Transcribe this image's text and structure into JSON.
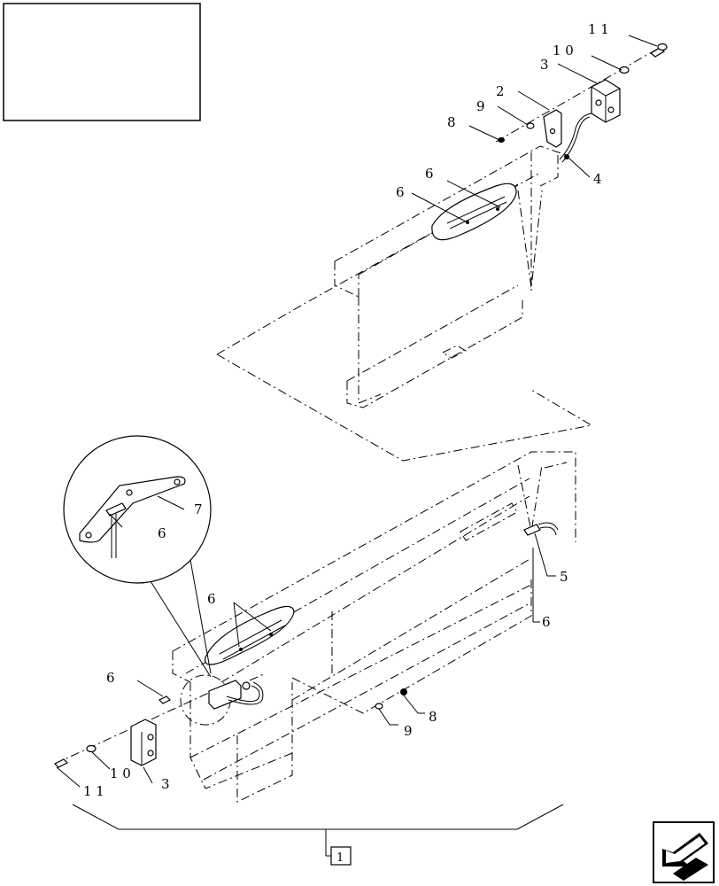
{
  "callouts": {
    "c11_top": "1 1",
    "c10_top": "1 0",
    "c3_top": "3",
    "c2_top": "2",
    "c9_top": "9",
    "c8_top": "8",
    "c4": "4",
    "c6_top_a": "6",
    "c6_top_b": "6",
    "c7": "7",
    "c6_detail": "6",
    "c5": "5",
    "c6_right": "6",
    "c6_mid": "6",
    "c6_left": "6",
    "c9_bottom": "9",
    "c8_bottom": "8",
    "c11_bottom": "1 1",
    "c10_bottom": "1 0",
    "c3_bottom": "3",
    "assembly_ref": "1"
  },
  "icons": {
    "nav_arrow": "return-arrow-icon"
  },
  "colors": {
    "ink": "#000000",
    "paper": "#ffffff"
  }
}
